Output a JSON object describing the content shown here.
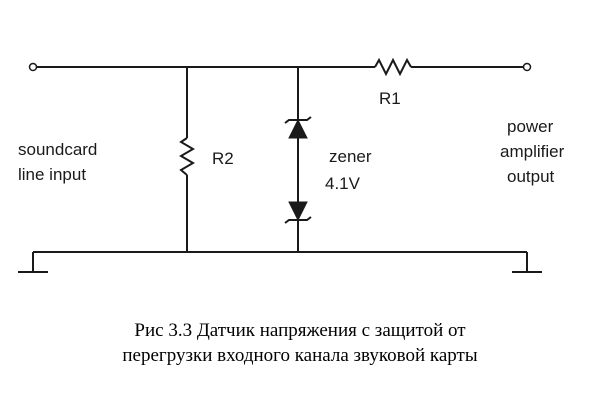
{
  "diagram": {
    "labels": {
      "r1": "R1",
      "r2": "R2",
      "zener_name": "zener",
      "zener_voltage": "4.1V",
      "input_line1": "soundcard",
      "input_line2": "line input",
      "output_line1": "power",
      "output_line2": "amplifier",
      "output_line3": "output"
    },
    "caption": {
      "line1": "Рис 3.3 Датчик напряжения с защитой от",
      "line2": "перегрузки входного канала звуковой карты"
    }
  }
}
